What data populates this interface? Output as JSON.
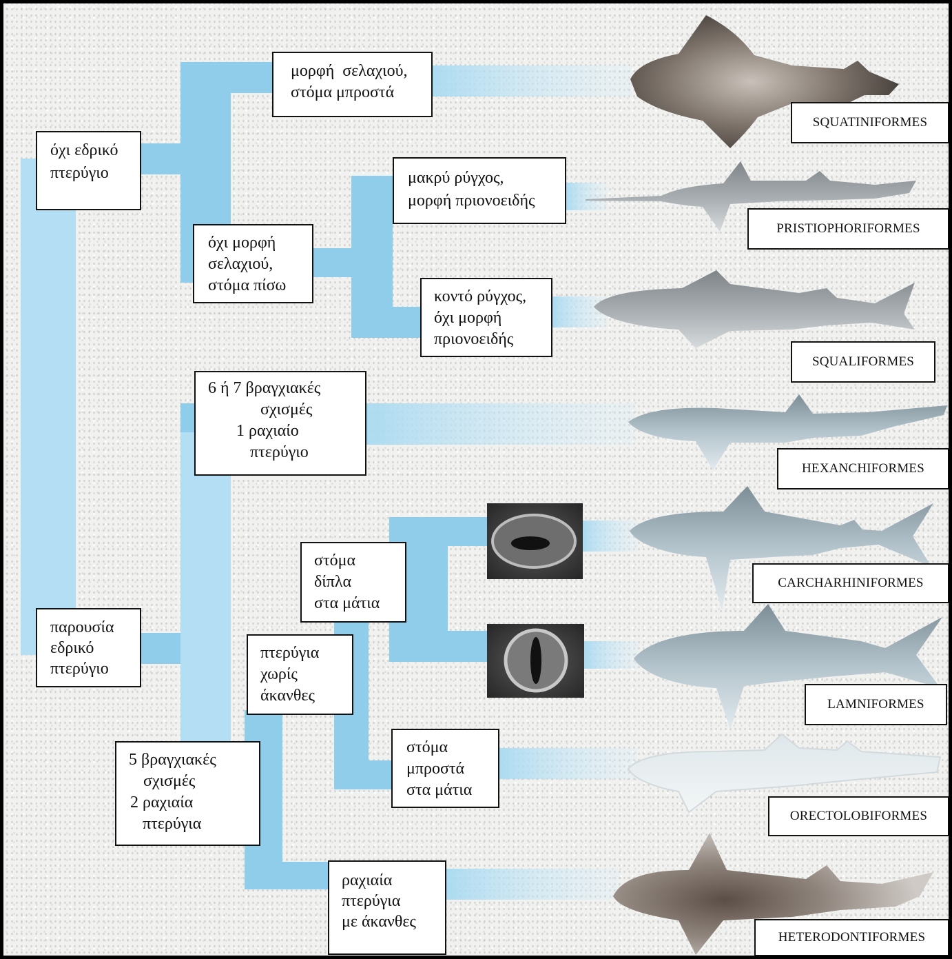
{
  "colors": {
    "branch": "#8fcdea",
    "branch_light": "#b3def3",
    "box_border": "#111111"
  },
  "traits": {
    "ray_form": [
      "μορφή  σελαχιού,",
      "στόμα μπροστά"
    ],
    "no_anal_fin": [
      "όχι εδρικό",
      "πτερύγιο"
    ],
    "long_snout": [
      "μακρύ ρύγχος,",
      "μορφή πριονοειδής"
    ],
    "not_ray_form": [
      "όχι μορφή",
      "σελαχιού,",
      "στόμα πίσω"
    ],
    "short_snout": [
      "κοντό ρύγχος,",
      "όχι μορφή",
      "πριονοειδής"
    ],
    "six_seven_gills": [
      "6 ή 7 βραγχιακές",
      "σχισμές",
      "1 ραχιαίο",
      "πτερύγιο"
    ],
    "mouth_beside_eyes": [
      "στόμα",
      "δίπλα",
      "στα μάτια"
    ],
    "anal_fin_present": [
      "παρουσία",
      "εδρικό",
      "πτερύγιο"
    ],
    "fins_without_spines": [
      "πτερύγια",
      "χωρίς",
      "άκανθες"
    ],
    "five_gills": [
      "5 βραγχιακές",
      "σχισμές",
      "2 ραχιαία",
      "πτερύγια"
    ],
    "mouth_front_of_eyes": [
      "στόμα",
      "μπροστά",
      "στα μάτια"
    ],
    "spined_dorsal_fins": [
      "ραχιαία",
      "πτερύγια",
      "με άκανθες"
    ]
  },
  "orders": {
    "squatiniformes": "SQUATINIFORMES",
    "pristiophoriformes": "PRISTIOPHORIFORMES",
    "squaliformes": "SQUALIFORMES",
    "hexanchiformes": "HEXANCHIFORMES",
    "carcharhiniformes": "CARCHARHINIFORMES",
    "lamniformes": "LAMNIFORMES",
    "orectolobiformes": "ORECTOLOBIFORMES",
    "heterodontiformes": "HETERODONTIFORMES"
  }
}
